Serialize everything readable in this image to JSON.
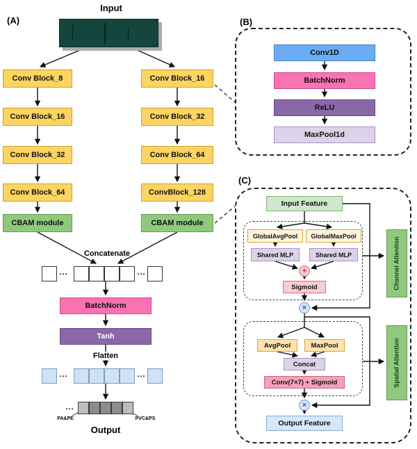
{
  "panel_a": {
    "label": "(A)",
    "input_label": "Input",
    "left_blocks": [
      "Conv Block_8",
      "Conv Block_16",
      "Conv Block_32",
      "Conv Block_64"
    ],
    "left_cbam": "CBAM module",
    "right_blocks": [
      "Conv Block_16",
      "Conv Block_32",
      "Conv Block_64",
      "ConvBlock_128"
    ],
    "right_cbam": "CBAM module",
    "concatenate_label": "Concatenate",
    "batchnorm": "BatchNorm",
    "tanh": "Tanh",
    "flatten_label": "Flatten",
    "dots": "⋯",
    "class_left": "PA&PE",
    "class_right": "PVC&PS",
    "output_label": "Output"
  },
  "panel_b": {
    "label": "(B)",
    "conv1d": "Conv1D",
    "batchnorm": "BatchNorm",
    "relu": "ReLU",
    "maxpool1d": "MaxPool1d"
  },
  "panel_c": {
    "label": "(C)",
    "input_feature": "Input Feature",
    "global_avg_pool": "GlobalAvgPool",
    "global_max_pool": "GlobalMaxPool",
    "shared_mlp_left": "Shared MLP",
    "shared_mlp_right": "Shared MLP",
    "plus": "+",
    "sigmoid": "Sigmoid",
    "channel_attention": "Channel Attention",
    "multiply_1": "×",
    "avg_pool": "AvgPool",
    "max_pool": "MaxPool",
    "concat": "Concat",
    "conv_sigmoid": "Conv(7×7) + Sigmoid",
    "spatial_attention": "Spatial Attention",
    "multiply_2": "×",
    "output_feature": "Output Feature"
  },
  "colors": {
    "conv_block_yellow": "#fcd462",
    "cbam_green": "#90c97e",
    "batchnorm_pink": "#f873b2",
    "activation_purple": "#8a68a8",
    "conv1d_blue": "#6badf3",
    "maxpool_lavender": "#ddd3e8",
    "feature_lightblue": "#d8e7f8",
    "input_feature_lightgreen": "#cfe7cc"
  }
}
